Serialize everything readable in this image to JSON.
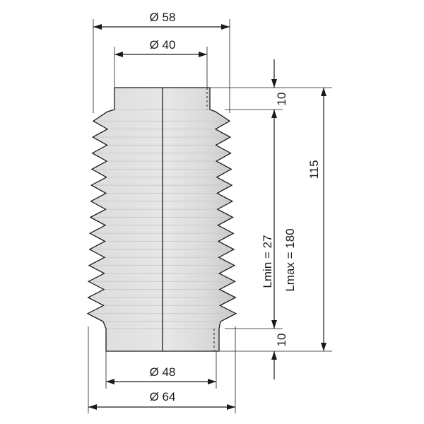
{
  "dimensions": {
    "top_outer": "Ø 58",
    "top_inner": "Ø 40",
    "bottom_inner": "Ø 48",
    "bottom_outer": "Ø 64",
    "top_collar": "10",
    "bottom_collar": "10",
    "total_length": "115",
    "lmin": "Lmin =  27",
    "lmax": "Lmax = 180"
  },
  "colors": {
    "body_light": "#e4e4e4",
    "body_shade": "#d2d2d2",
    "line": "#1a1a1a"
  }
}
